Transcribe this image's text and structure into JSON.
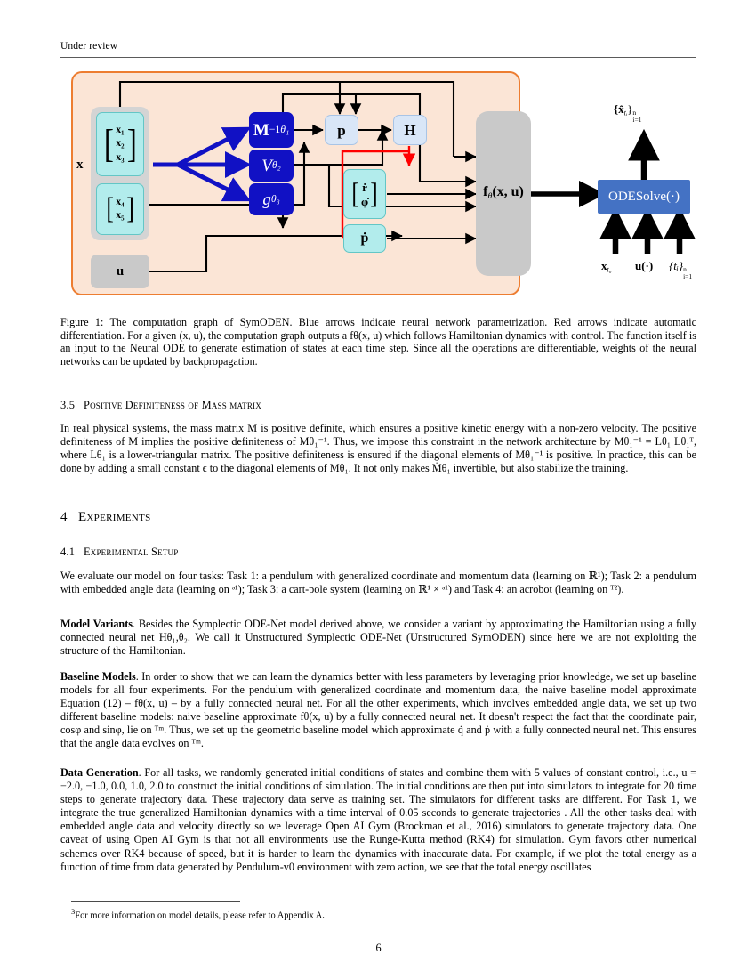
{
  "header": {
    "running_head": "Under review"
  },
  "figure": {
    "name": "computation-graph-symoden",
    "colors": {
      "panel_bg": "#fbe5d6",
      "panel_border": "#ed7d31",
      "blue_node": "#1111c4",
      "cyan_node": "#b2ecec",
      "lightblue_node": "#d9e6f7",
      "grey_node": "#c9c9c9",
      "odesolve": "#4472c4",
      "blue_arrow": "#1111c4",
      "red_arrow": "#ff0000",
      "black_arrow": "#000000"
    },
    "nodes": {
      "x_label": "x",
      "state_top": [
        "x₁",
        "x₂",
        "x₃"
      ],
      "state_bottom": [
        "x₄",
        "x₅"
      ],
      "u_label": "u",
      "m_inv": "M",
      "m_inv_sup": "−1",
      "m_inv_sub": "θ₁",
      "v": "V",
      "v_sub": "θ₂",
      "g": "g",
      "g_sub": "θ₃",
      "p": "p",
      "h": "H",
      "rdot": "ṙ",
      "phidot": "φ̇",
      "pdot": "ṗ",
      "f_theta": "f",
      "f_theta_sub": "θ",
      "f_theta_args": "(x, u)",
      "odesolve": "ODESolve(·)"
    },
    "odesolve_io": {
      "output": "{x̂",
      "output_sub": "tᵢ",
      "output_close": "}",
      "output_sup": "n",
      "output_subscript": "i=1",
      "input_x": "x",
      "input_x_sub": "t₀",
      "input_u": "u(·)",
      "input_t": "{tᵢ}",
      "input_t_sup": "n",
      "input_t_sub": "i=1"
    },
    "caption": "Figure 1: The computation graph of SymODEN. Blue arrows indicate neural network parametrization. Red arrows indicate automatic differentiation. For a given (x, u), the computation graph outputs a fθ(x, u) which follows Hamiltonian dynamics with control. The function itself is an input to the Neural ODE to generate estimation of states at each time step. Since all the operations are differentiable, weights of the neural networks can be updated by backpropagation."
  },
  "sections": {
    "s35": {
      "number": "3.5",
      "title": "Positive Definiteness of Mass matrix",
      "body": "In real physical systems, the mass matrix M is positive definite, which ensures a positive kinetic energy with a non-zero velocity. The positive definiteness of M implies the positive definiteness of Mθ₁⁻¹. Thus, we impose this constraint in the network architecture by Mθ₁⁻¹ = Lθ₁ Lθ₁ᵀ, where Lθ₁ is a lower-triangular matrix. The positive definiteness is ensured if the diagonal elements of Mθ₁⁻¹ is positive. In practice, this can be done by adding a small constant ϵ to the diagonal elements of Mθ₁. It not only makes Ṁθ₁ invertible, but also stabilize the training."
    },
    "s4": {
      "number": "4",
      "title": "Experiments"
    },
    "s41": {
      "number": "4.1",
      "title": "Experimental Setup",
      "body": "We evaluate our model on four tasks: Task 1: a pendulum with generalized coordinate and momentum data (learning on ℝ¹); Task 2: a pendulum with embedded angle data (learning on ᵊ¹); Task 3: a cart-pole system (learning on ℝ¹ × ᵊ¹) and Task 4: an acrobot (learning on ᵀ²)."
    }
  },
  "paragraphs": {
    "model_variants": {
      "lead": "Model Variants",
      "text": ". Besides the Symplectic ODE-Net model derived above, we consider a variant by approximating the Hamiltonian using a fully connected neural net Hθ₁,θ₂. We call it Unstructured Symplectic ODE-Net (Unstructured SymODEN) since here we are not exploiting the structure of the Hamiltonian."
    },
    "baseline_models": {
      "lead": "Baseline Models",
      "text": ". In order to show that we can learn the dynamics better with less parameters by leveraging prior knowledge, we set up baseline models for all four experiments. For the pendulum with generalized coordinate and momentum data, the naive baseline model approximate Equation (12) – fθ(x, u) – by a fully connected neural net. For all the other experiments, which involves embedded angle data, we set up two different baseline models: naive baseline approximate fθ(x, u) by a fully connected neural net. It doesn't respect the fact that the coordinate pair, cosφ and sinφ, lie on ᵀᵐ. Thus, we set up the geometric baseline model which approximate q̇ and ṗ with a fully connected neural net. This ensures that the angle data evolves on ᵀᵐ."
    },
    "data_generation": {
      "lead": "Data Generation",
      "text": ". For all tasks, we randomly generated initial conditions of states and combine them with 5 values of constant control, i.e., u = −2.0, −1.0, 0.0, 1.0, 2.0 to construct the initial conditions of simulation. The initial conditions are then put into simulators to integrate for 20 time steps to generate trajectory data. These trajectory data serve as training set. The simulators for different tasks are different. For Task 1, we integrate the true generalized Hamiltonian dynamics with a time interval of 0.05 seconds to generate trajectories . All the other tasks deal with embedded angle data and velocity directly so we leverage Open AI Gym (Brockman et al., 2016) simulators to generate trajectory data. One caveat of using Open AI Gym is that not all environments use the Runge-Kutta method (RK4) for simulation. Gym favors other numerical schemes over RK4 because of speed, but it is harder to learn the dynamics with inaccurate data. For example, if we plot the total energy as a function of time from data generated by Pendulum-v0 environment with zero action, we see that the total energy oscillates"
    }
  },
  "footnote": {
    "marker": "3",
    "text": "For more information on model details, please refer to Appendix A."
  },
  "page_number": "6"
}
